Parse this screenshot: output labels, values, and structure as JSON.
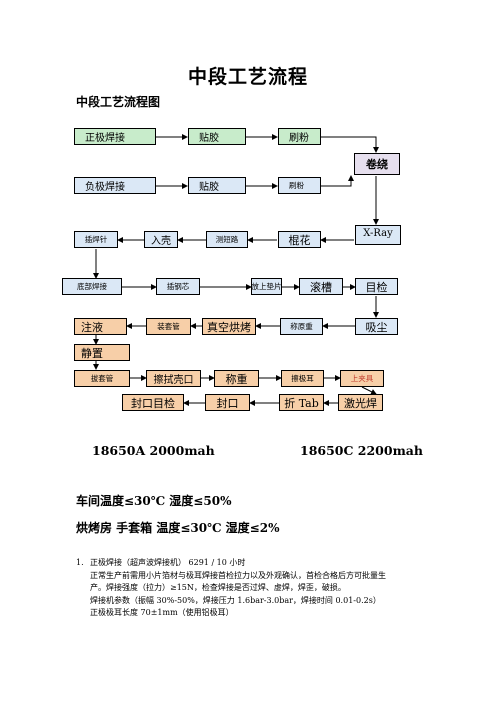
{
  "title": "中段工艺流程",
  "subtitle": "中段工艺流程图",
  "flow": {
    "zj_weld": "正极焊接",
    "tie1": "贴胶",
    "shua": "刷粉",
    "juanrao": "卷绕",
    "fj_weld": "负极焊接",
    "tie2": "贴胶",
    "shua2": "刷粉",
    "xray": "X-Ray",
    "gunhua": "棍花",
    "celu": "测短路",
    "ruke": "入壳",
    "chahanzhen": "插焊针",
    "dibu": "底部焊接",
    "chagangxin": "插钢芯",
    "fangdian": "放上垫片",
    "guncao": "滚槽",
    "mujian": "目检",
    "xichen": "吸尘",
    "chengzhong": "称原重",
    "zhenkong": "真空烘烤",
    "chataoguan": "装套管",
    "zhuye": "注液",
    "jingzhi": "静置",
    "batao": "拔套管",
    "caishi": "擦拭壳口",
    "chengzhong2": "称重",
    "caier": "擦极耳",
    "shangjia": "上夹具",
    "jiguang": "激光焊",
    "zhetab": "折 Tab",
    "fengkou": "封口",
    "fengkoumujian": "封口目检"
  },
  "captions": {
    "left": "18650A    2000mah",
    "right": "18650C      2200mah"
  },
  "conditions": {
    "workshop": "车间温度≤30℃    湿度≤50%",
    "oven": "烘烤房  手套箱  温度≤30℃    湿度≤2%"
  },
  "notes": {
    "num": "1.",
    "item": "正极焊接（超声波焊接机）  6291 / 10 小时",
    "line1": "正常生产前需用小片箔材与极耳焊接首检拉力以及外观确认，首检合格后方可批量生",
    "line2": "产。焊接强度（拉力）≥15N，检查焊接是否过焊、虚焊，焊歪，破损。",
    "line3": "焊接机参数（振幅 30%-50%，焊接压力 1.6bar-3.0bar，焊接时间 0.01-0.2s）",
    "line4": "正极极耳长度 70±1mm（使用铝极耳）"
  }
}
